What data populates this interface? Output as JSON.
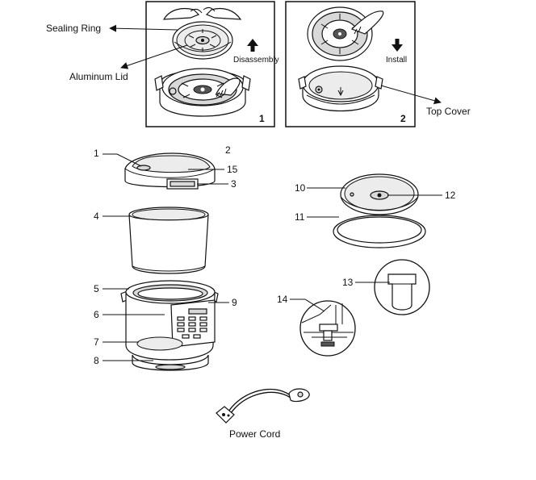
{
  "panels": {
    "disassembly": {
      "number": "1",
      "instruction": "Disassembly"
    },
    "install": {
      "number": "2",
      "instruction": "Install"
    }
  },
  "callouts": {
    "sealing_ring": "Sealing Ring",
    "aluminum_lid": "Aluminum Lid",
    "top_cover": "Top Cover",
    "power_cord": "Power Cord"
  },
  "part_numbers": [
    "1",
    "2",
    "3",
    "4",
    "5",
    "6",
    "7",
    "8",
    "9",
    "10",
    "11",
    "12",
    "13",
    "14",
    "15"
  ],
  "icons": {
    "arrow_up": "arrow-up-icon",
    "arrow_down": "arrow-down-icon"
  }
}
